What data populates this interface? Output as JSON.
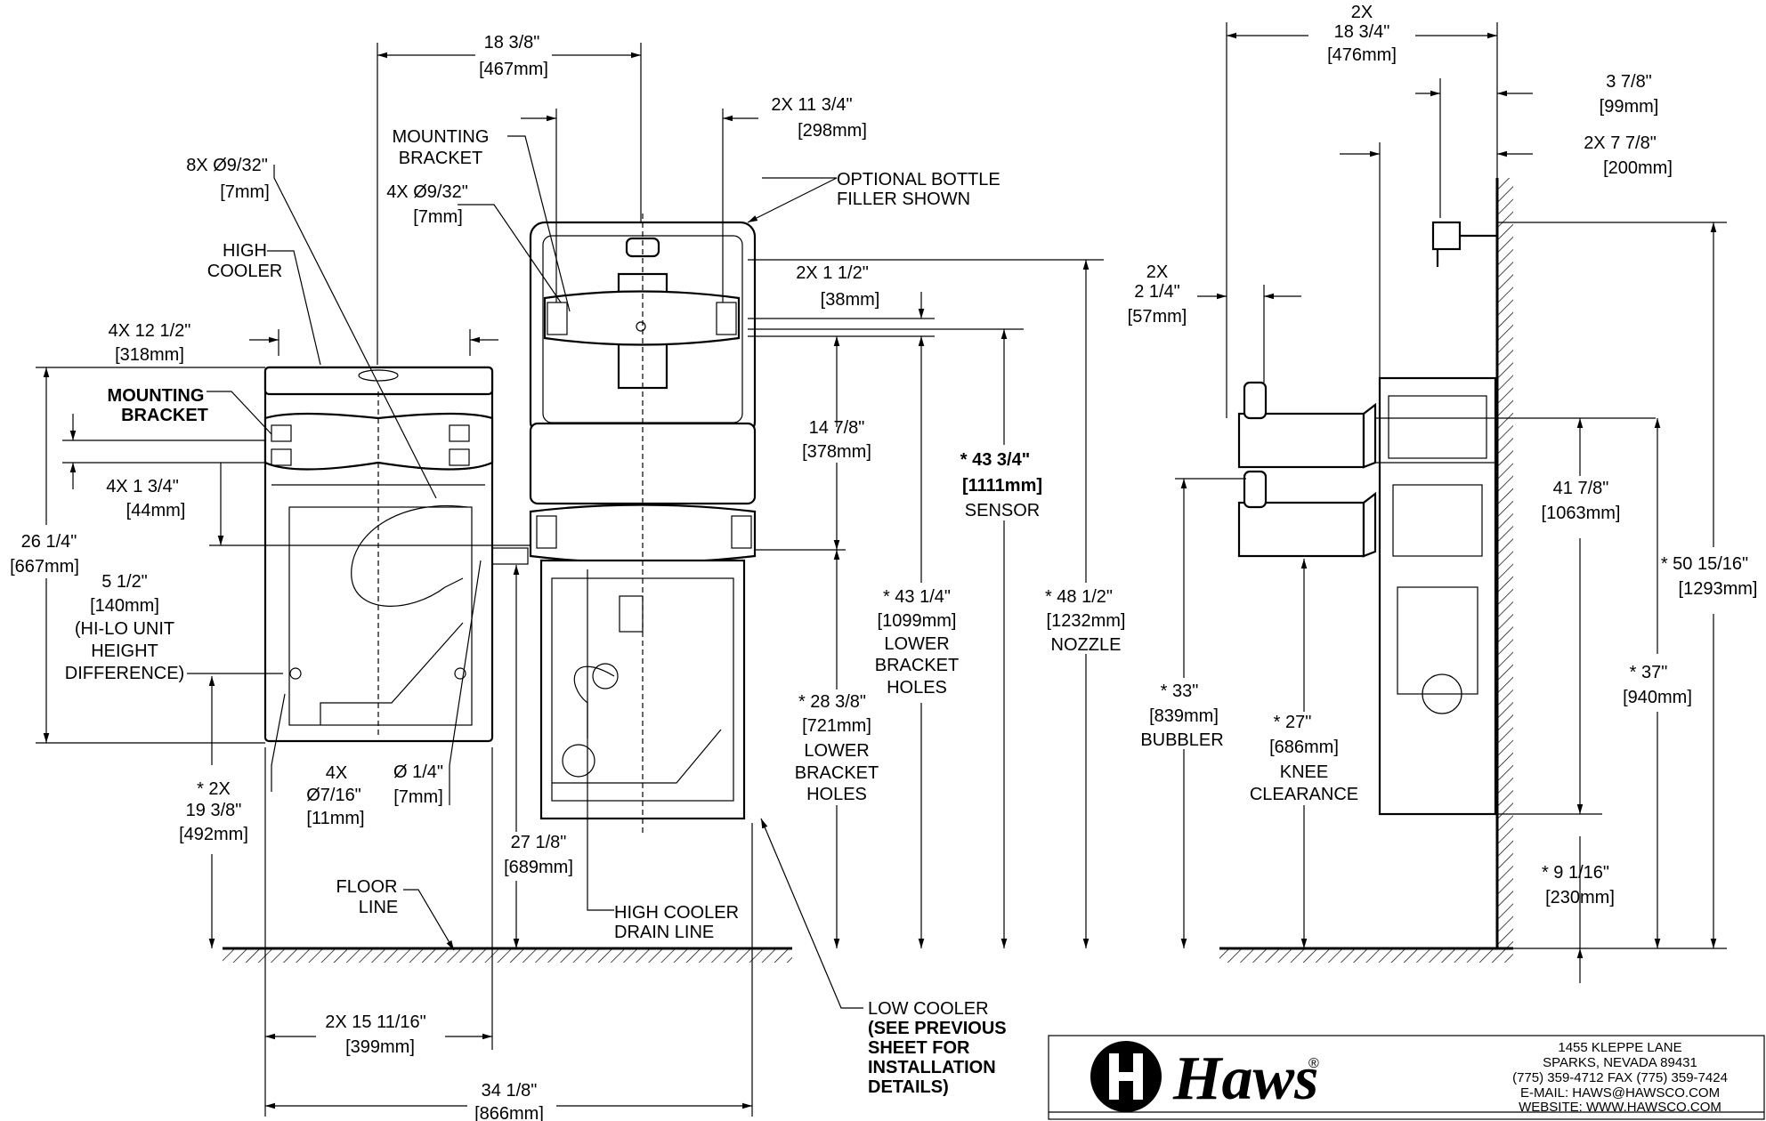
{
  "dimensions": {
    "d18_3_8": {
      "in": "18 3/8\"",
      "mm": "[467mm]"
    },
    "d11_3_4": {
      "in": "2X  11 3/4\"",
      "mm": "[298mm]"
    },
    "d9_32a": {
      "in": "8X  Ø9/32\"",
      "mm": "[7mm]"
    },
    "d9_32b": {
      "in": "4X Ø9/32\"",
      "mm": "[7mm]"
    },
    "d12_1_2": {
      "in": "4X  12 1/2\"",
      "mm": "[318mm]"
    },
    "d1_1_2": {
      "in": "2X  1 1/2\"",
      "mm": "[38mm]"
    },
    "d1_3_4": {
      "in": "4X  1 3/4\"",
      "mm": "[44mm]"
    },
    "d14_7_8": {
      "in": "14 7/8\"",
      "mm": "[378mm]"
    },
    "d43_3_4": {
      "in": "*  43 3/4\"",
      "mm": "[1111mm]",
      "label": "SENSOR"
    },
    "d26_1_4": {
      "in": "26 1/4\"",
      "mm": "[667mm]"
    },
    "d5_1_2": {
      "in": "5 1/2\"",
      "mm": "[140mm]",
      "note1": "(HI-LO UNIT",
      "note2": "HEIGHT",
      "note3": "DIFFERENCE)"
    },
    "d43_1_4": {
      "in": "*  43 1/4\"",
      "mm": "[1099mm]",
      "l1": "LOWER",
      "l2": "BRACKET",
      "l3": "HOLES"
    },
    "d48_1_2": {
      "in": "*  48 1/2\"",
      "mm": "[1232mm]",
      "label": "NOZZLE"
    },
    "d28_3_8": {
      "in": "*  28 3/8\"",
      "mm": "[721mm]",
      "l1": "LOWER",
      "l2": "BRACKET",
      "l3": "HOLES"
    },
    "d19_3_8": {
      "q": "* 2X",
      "in": "19 3/8\"",
      "mm": "[492mm]"
    },
    "d7_16": {
      "q": "4X",
      "in": "Ø7/16\"",
      "mm": "[11mm]"
    },
    "d1_4": {
      "in": "Ø 1/4\"",
      "mm": "[7mm]"
    },
    "d27_1_8": {
      "in": "27 1/8\"",
      "mm": "[689mm]"
    },
    "d15_11_16": {
      "in": "2X  15 11/16\"",
      "mm": "[399mm]"
    },
    "d34_1_8": {
      "in": "34 1/8\"",
      "mm": "[866mm]"
    },
    "d18_3_4": {
      "q": "2X",
      "in": "18 3/4\"",
      "mm": "[476mm]"
    },
    "d3_7_8": {
      "in": "3 7/8\"",
      "mm": "[99mm]"
    },
    "d7_7_8": {
      "in": "2X   7 7/8\"",
      "mm": "[200mm]"
    },
    "d2_1_4": {
      "q": "2X",
      "in": "2 1/4\"",
      "mm": "[57mm]"
    },
    "d41_7_8": {
      "in": "41 7/8\"",
      "mm": "[1063mm]"
    },
    "d50_15_16": {
      "in": "* 50 15/16\"",
      "mm": "[1293mm]"
    },
    "d33": {
      "in": "*    33\"",
      "mm": "[839mm]",
      "label": "BUBBLER"
    },
    "d27": {
      "in": "*    27\"",
      "mm": "[686mm]",
      "l1": "KNEE",
      "l2": "CLEARANCE"
    },
    "d37": {
      "in": "*    37\"",
      "mm": "[940mm]"
    },
    "d9_1_16": {
      "in": "*  9 1/16\"",
      "mm": "[230mm]"
    }
  },
  "callouts": {
    "mounting_bracket_top": [
      "MOUNTING",
      "BRACKET"
    ],
    "optional_bottle": [
      "OPTIONAL BOTTLE",
      "FILLER SHOWN"
    ],
    "high_cooler": [
      "HIGH",
      "COOLER"
    ],
    "mounting_bracket_left": [
      "MOUNTING",
      "BRACKET"
    ],
    "floor_line": [
      "FLOOR",
      "LINE"
    ],
    "drain_line": [
      "HIGH COOLER",
      "DRAIN LINE"
    ],
    "low_cooler": [
      "LOW COOLER",
      "(SEE PREVIOUS",
      "SHEET FOR",
      "INSTALLATION",
      "DETAILS)"
    ]
  },
  "title_block": {
    "brand": "Haws",
    "registered": "®",
    "address": [
      "1455 KLEPPE LANE",
      "SPARKS, NEVADA  89431",
      "(775) 359-4712  FAX (775) 359-7424",
      "E-MAIL:  HAWS@HAWSCO.COM",
      "WEBSITE: WWW.HAWSCO.COM"
    ]
  }
}
